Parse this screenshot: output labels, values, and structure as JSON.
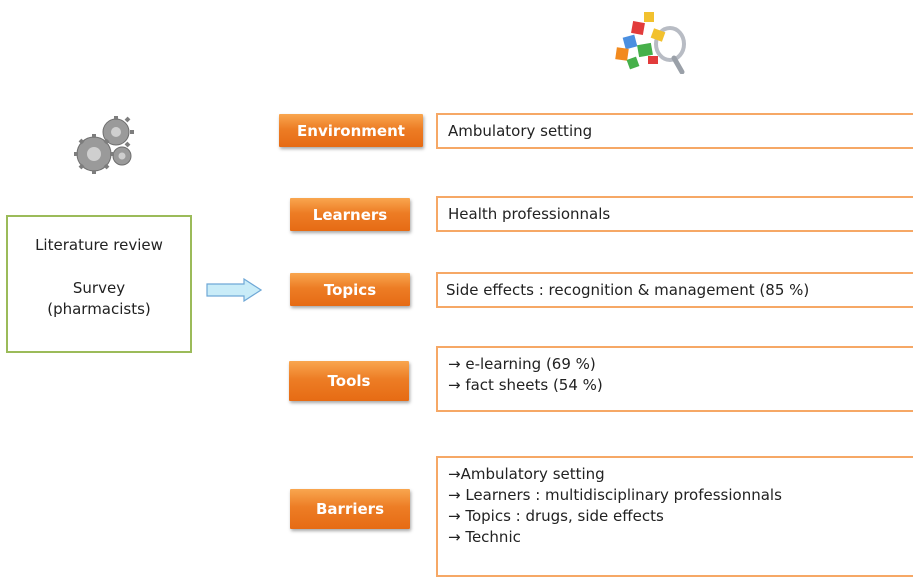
{
  "source": {
    "line1": "Literature review",
    "line2": "Survey",
    "line3": "(pharmacists)"
  },
  "rows": [
    {
      "label": "Environment",
      "lines": [
        "Ambulatory setting"
      ]
    },
    {
      "label": "Learners",
      "lines": [
        "Health professionnals"
      ]
    },
    {
      "label": "Topics",
      "lines": [
        "Side effects : recognition & management (85 %)"
      ]
    },
    {
      "label": "Tools",
      "lines": [
        "→ e-learning (69 %)",
        "→ fact sheets (54 %)"
      ]
    },
    {
      "label": "Barriers",
      "lines": [
        "→Ambulatory setting",
        "→ Learners : multidisciplinary professionnals",
        "→ Topics : drugs, side effects",
        "→ Technic"
      ]
    }
  ],
  "icons": {
    "top": "colorful-blocks-icon",
    "left": "gears-icon",
    "arrow": "right-arrow-icon"
  },
  "colors": {
    "label_fill": "#ed7d25",
    "box_border": "#f6a866",
    "source_border": "#9bbb59",
    "arrow_fill": "#c9ecf8"
  }
}
